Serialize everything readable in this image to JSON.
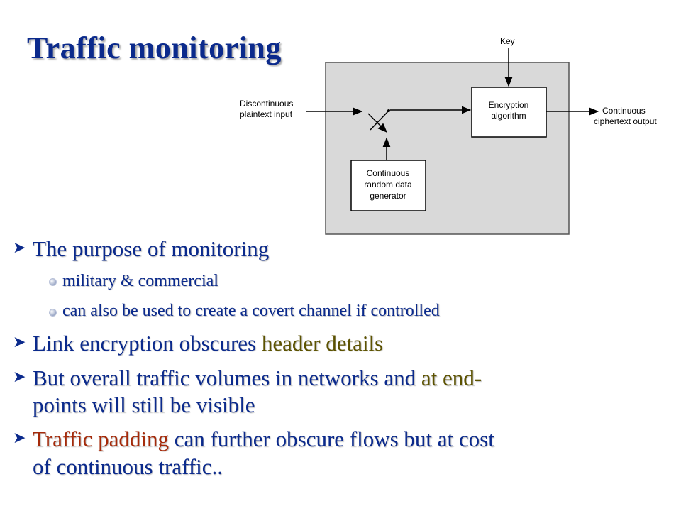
{
  "slide": {
    "title": "Traffic monitoring"
  },
  "diagram": {
    "key_label": "Key",
    "input_label_1": "Discontinuous",
    "input_label_2": "plaintext input",
    "encryption_label_1": "Encryption",
    "encryption_label_2": "algorithm",
    "output_label_1": "Continuous",
    "output_label_2": "ciphertext output",
    "generator_label_1": "Continuous",
    "generator_label_2": "random data",
    "generator_label_3": "generator",
    "colors": {
      "panel": "#d9d9d9",
      "box": "#ffffff",
      "line": "#000000"
    }
  },
  "bullets": {
    "b1": {
      "text": "The purpose of monitoring"
    },
    "b1_sub1": {
      "text": "military & commercial"
    },
    "b1_sub2": {
      "text": "can also be used to create a covert channel if controlled"
    },
    "b2": {
      "pre": "Link encryption obscures ",
      "highlight": "header details"
    },
    "b3": {
      "pre": "But overall traffic volumes in networks and ",
      "highlight": "at end-",
      "line2": "points will still be visible"
    },
    "b4": {
      "highlight": "Traffic padding",
      "post": " can further obscure flows but at cost",
      "line2": "of continuous traffic.."
    }
  },
  "colors": {
    "title": "#0b2a8c",
    "text": "#0b2a8c",
    "highlight_gold": "#5c5200",
    "highlight_red": "#a52a0a"
  }
}
